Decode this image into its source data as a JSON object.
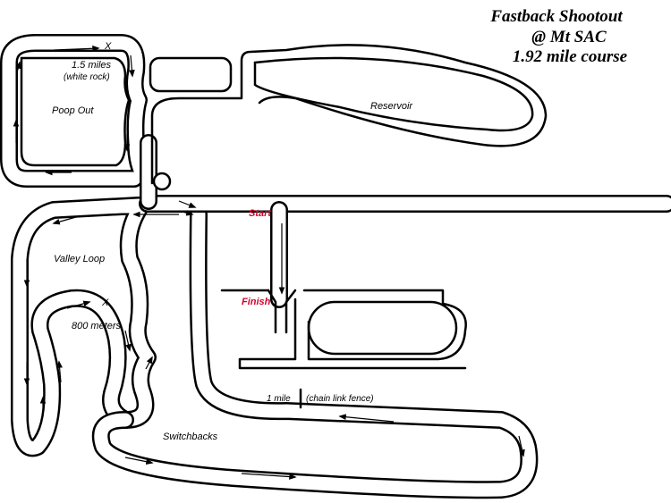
{
  "title": {
    "line1": "Fastback Shootout",
    "line2": "@ Mt SAC",
    "line3": "1.92 mile course"
  },
  "labels": {
    "poop_out": "Poop Out",
    "reservoir": "Reservoir",
    "valley_loop": "Valley Loop",
    "switchbacks": "Switchbacks",
    "start": "Start",
    "finish": "Finish",
    "mile_1_5": "1.5 miles",
    "white_rock": "(white rock)",
    "meters_800": "800 meters",
    "mile_1": "1 mile",
    "chain_link_fence": "(chain link fence)"
  },
  "markers": {
    "x_top": "X",
    "x_valley": "X"
  },
  "colors": {
    "ink": "#000000",
    "start_finish": "#d4002a",
    "background": "#ffffff"
  }
}
